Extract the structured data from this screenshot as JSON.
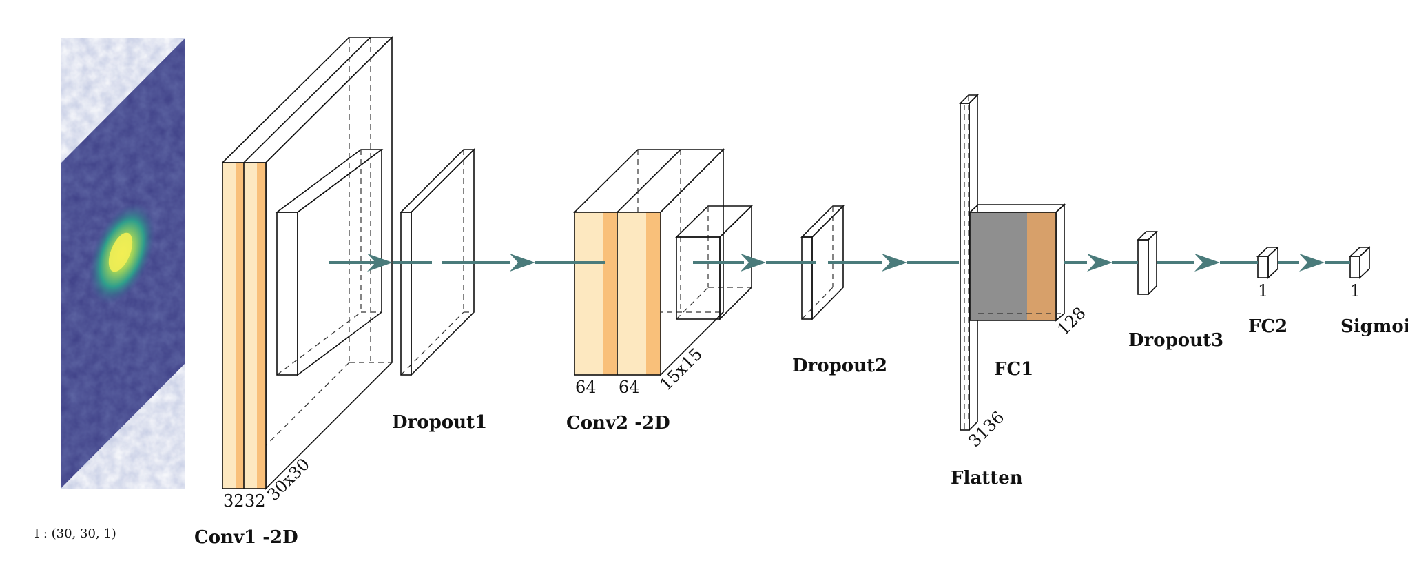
{
  "input": {
    "label": "I : (30, 30, 1)"
  },
  "layers": [
    {
      "id": "conv1",
      "label": "Conv1 -2D",
      "dims": [
        "32",
        "32",
        "30x30"
      ]
    },
    {
      "id": "dropout1",
      "label": "Dropout1"
    },
    {
      "id": "conv2",
      "label": "Conv2 -2D",
      "dims": [
        "64",
        "64",
        "15x15"
      ]
    },
    {
      "id": "dropout2",
      "label": "Dropout2"
    },
    {
      "id": "flatten",
      "label": "Flatten",
      "dims": [
        "3136"
      ]
    },
    {
      "id": "fc1",
      "label": "FC1",
      "dims": [
        "128"
      ]
    },
    {
      "id": "dropout3",
      "label": "Dropout3"
    },
    {
      "id": "fc2",
      "label": "FC2",
      "dims": [
        "1"
      ]
    },
    {
      "id": "sigmoid",
      "label": "Sigmoid",
      "dims": [
        "1"
      ]
    }
  ],
  "colors": {
    "conv_light": "#fde8c0",
    "conv_mid": "#f9c07a",
    "pool": "#cc2a18",
    "dropout": "#f86a5c",
    "flatten": "#d57a93",
    "fc_gray": "#8f8f8f",
    "fc_orange": "#d7a06a",
    "fc2": "#909090",
    "sigmoid": "#b48cc4",
    "arrow": "#4a7b7b"
  }
}
